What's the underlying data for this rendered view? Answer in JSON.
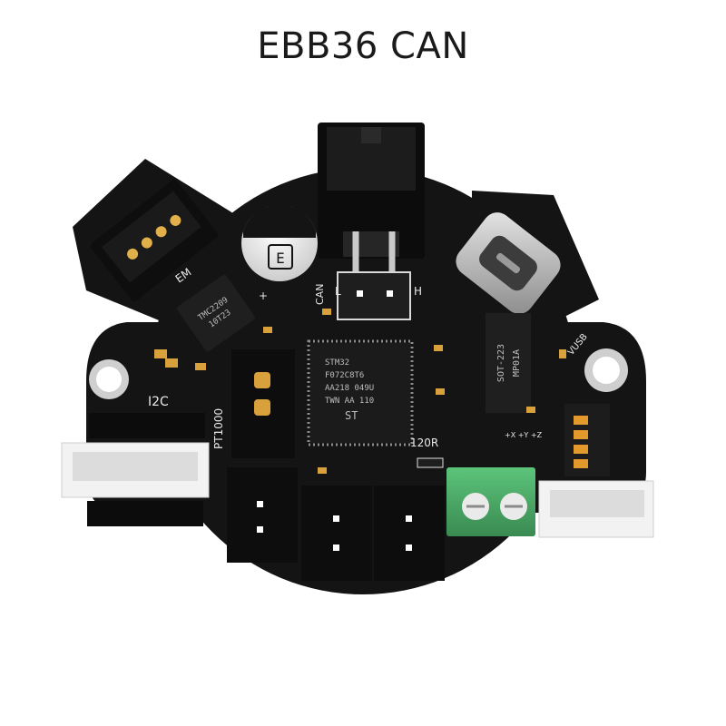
{
  "title": "EBB36 CAN",
  "silkscreen": {
    "i2c": "I2C",
    "pt1000": "PT1000",
    "r120": "120R",
    "can": "CAN",
    "can_l": "L",
    "can_h": "H",
    "vusb": "VUSB",
    "em": "EM",
    "plus": "+",
    "axes": "+X +Y +Z"
  },
  "chips": {
    "mcu": [
      "STM32",
      "F072C8T6",
      "AA218 049U",
      "TWN AA 110"
    ],
    "driver": [
      "TMC2209",
      "10T23"
    ],
    "regulator": [
      "SOT-223",
      "MP01A"
    ],
    "capacitor": "E"
  },
  "colors": {
    "pcb": "#121212",
    "silkscreen": "#e8e8e8",
    "connector_white": "#f2f2f2",
    "terminal_green": "#4caf68",
    "gold": "#d4a24a"
  }
}
